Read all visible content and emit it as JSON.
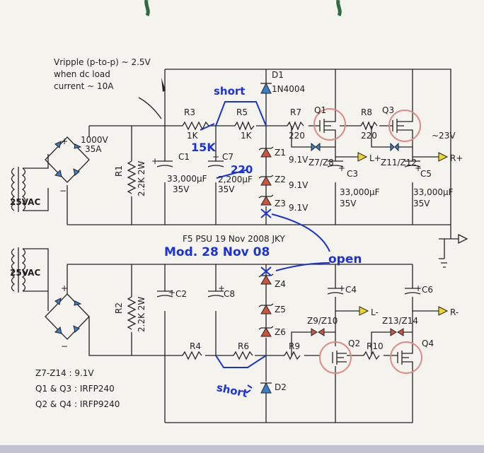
{
  "title": "F5 PSU 19 Nov 2008 JKY",
  "mod": "Mod. 28 Nov 08",
  "note_ripple": [
    "Vripple (p-to-p) ~ 2.5V",
    "when dc load",
    "current ~ 10A"
  ],
  "transformers": [
    "25VAC",
    "25VAC"
  ],
  "bridge": [
    "1000V",
    "35A"
  ],
  "resistors": {
    "r1": "R1",
    "r1_val": "2.2K 2W",
    "r2": "R2",
    "r2_val": "2.2K 2W",
    "r3": "R3",
    "r3_val": "1K",
    "r3_new": "15K",
    "r5": "R5",
    "r5_val": "1K",
    "r7": "R7",
    "r7_val": "220",
    "r8": "R8",
    "r8_val": "220",
    "r4": "R4",
    "r6": "R6",
    "r9": "R9",
    "r10": "R10"
  },
  "capacitors": {
    "c1": "C1",
    "c1_val": "33,000μF",
    "c1_v": "35V",
    "c7": "C7",
    "c7_val": "2,200μF",
    "c7_v": "35V",
    "c7_new": "220",
    "c3": "C3",
    "c3_val": "33,000μF",
    "c3_v": "35V",
    "c5": "C5",
    "c5_val": "33,000μF",
    "c5_v": "35V",
    "c2": "C2",
    "c8": "C8",
    "c4": "C4",
    "c6": "C6"
  },
  "diodes": {
    "d1": "D1",
    "d1_val": "1N4004",
    "d2": "D2",
    "z1": "Z1",
    "z1_v": "9.1V",
    "z2": "Z2",
    "z2_v": "9.1V",
    "z3": "Z3",
    "z3_v": "9.1V",
    "z4": "Z4",
    "z5": "Z5",
    "z6": "Z6",
    "z78": "Z7/Z8",
    "z1112": "Z11/Z12",
    "z910": "Z9/Z10",
    "z1314": "Z13/Z14"
  },
  "transistors": {
    "q1": "Q1",
    "q2": "Q2",
    "q3": "Q3",
    "q4": "Q4"
  },
  "outputs": {
    "lp": "L+",
    "rp": "R+",
    "lm": "L-",
    "rm": "R-",
    "vout": "~23V"
  },
  "annotations": {
    "short_top": "short",
    "short_bottom": "short",
    "open": "open"
  },
  "legend": [
    "Z7-Z14 : 9.1V",
    "Q1 & Q3 : IRFP240",
    "Q2 & Q4 : IRFP9240"
  ]
}
